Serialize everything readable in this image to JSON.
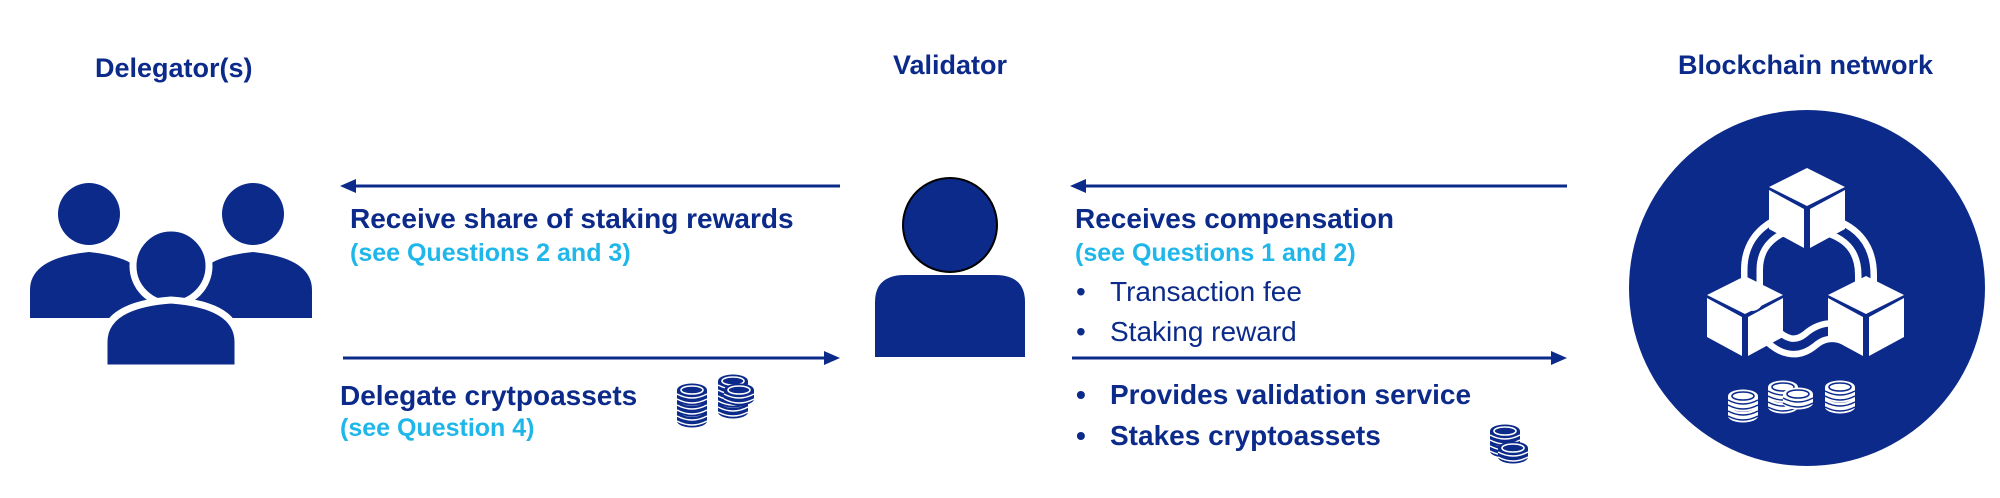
{
  "headings": {
    "delegators": "Delegator(s)",
    "validator": "Validator",
    "network": "Blockchain network"
  },
  "flows": {
    "rewards_share": {
      "title": "Receive share of staking rewards",
      "ref": "(see Questions 2 and 3)"
    },
    "delegate": {
      "title": "Delegate crytpoassets",
      "ref": "(see Question 4)"
    },
    "compensation": {
      "title": "Receives compensation",
      "ref": "(see Questions 1 and 2)",
      "items": [
        "Transaction fee",
        "Staking reward"
      ]
    },
    "validation": {
      "items": [
        "Provides validation service",
        "Stakes cryptoassets"
      ]
    }
  },
  "bullet_char": "•",
  "colors": {
    "navy": "#0b2a8a",
    "accent": "#1fb7ea",
    "circle": "#0b2a8a",
    "white": "#ffffff"
  },
  "icons": [
    "people-group-icon",
    "person-icon",
    "blockchain-network-icon",
    "coins-icon"
  ]
}
